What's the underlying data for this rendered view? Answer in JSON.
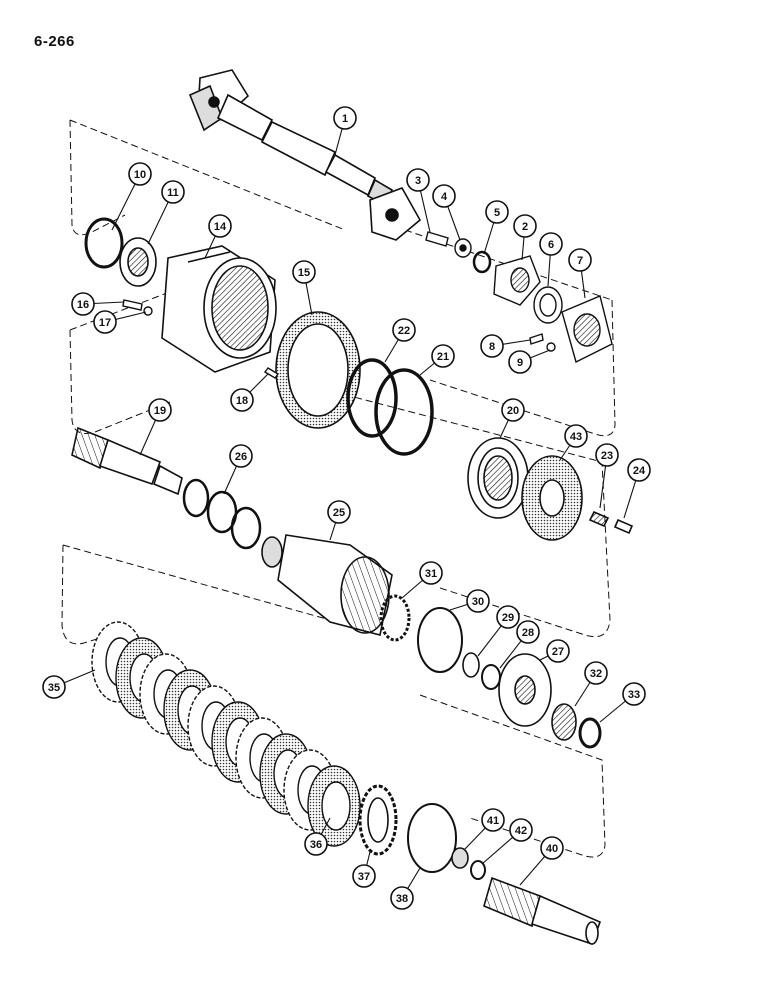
{
  "page": {
    "number": "6-266"
  },
  "callouts": [
    {
      "id": "c1",
      "label": "1"
    },
    {
      "id": "c2",
      "label": "2"
    },
    {
      "id": "c3",
      "label": "3"
    },
    {
      "id": "c4",
      "label": "4"
    },
    {
      "id": "c5",
      "label": "5"
    },
    {
      "id": "c6",
      "label": "6"
    },
    {
      "id": "c7",
      "label": "7"
    },
    {
      "id": "c8",
      "label": "8"
    },
    {
      "id": "c9",
      "label": "9"
    },
    {
      "id": "c10",
      "label": "10"
    },
    {
      "id": "c11",
      "label": "11"
    },
    {
      "id": "c14",
      "label": "14"
    },
    {
      "id": "c15",
      "label": "15"
    },
    {
      "id": "c16",
      "label": "16"
    },
    {
      "id": "c17",
      "label": "17"
    },
    {
      "id": "c18",
      "label": "18"
    },
    {
      "id": "c19",
      "label": "19"
    },
    {
      "id": "c20",
      "label": "20"
    },
    {
      "id": "c21",
      "label": "21"
    },
    {
      "id": "c22",
      "label": "22"
    },
    {
      "id": "c23",
      "label": "23"
    },
    {
      "id": "c24",
      "label": "24"
    },
    {
      "id": "c25",
      "label": "25"
    },
    {
      "id": "c26",
      "label": "26"
    },
    {
      "id": "c27",
      "label": "27"
    },
    {
      "id": "c28",
      "label": "28"
    },
    {
      "id": "c29",
      "label": "29"
    },
    {
      "id": "c30",
      "label": "30"
    },
    {
      "id": "c31",
      "label": "31"
    },
    {
      "id": "c32",
      "label": "32"
    },
    {
      "id": "c33",
      "label": "33"
    },
    {
      "id": "c35",
      "label": "35"
    },
    {
      "id": "c36",
      "label": "36"
    },
    {
      "id": "c37",
      "label": "37"
    },
    {
      "id": "c38",
      "label": "38"
    },
    {
      "id": "c40",
      "label": "40"
    },
    {
      "id": "c41",
      "label": "41"
    },
    {
      "id": "c42",
      "label": "42"
    },
    {
      "id": "c43",
      "label": "43"
    }
  ],
  "colors": {
    "ink": "#111111",
    "paper": "#ffffff",
    "shade": "#bdbdbd"
  }
}
